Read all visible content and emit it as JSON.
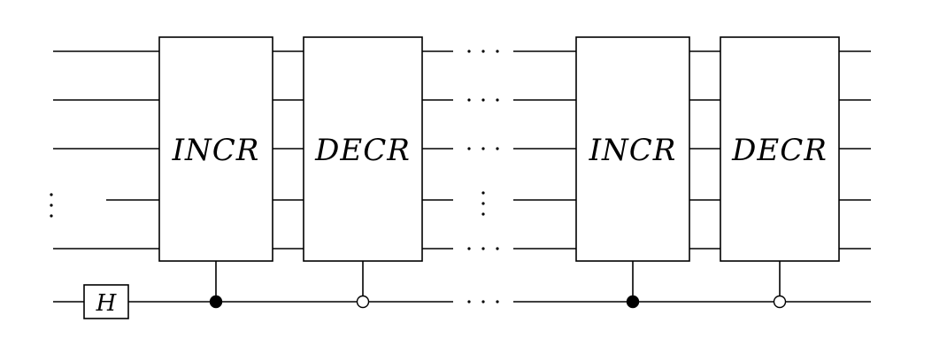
{
  "circuit": {
    "gates": [
      {
        "label": "INCR",
        "control": "filled"
      },
      {
        "label": "DECR",
        "control": "open"
      },
      {
        "label": "INCR",
        "control": "filled"
      },
      {
        "label": "DECR",
        "control": "open"
      }
    ],
    "hadamard_label": "H",
    "register_wires_drawn": 5,
    "ellipsis_row_index": 3
  }
}
